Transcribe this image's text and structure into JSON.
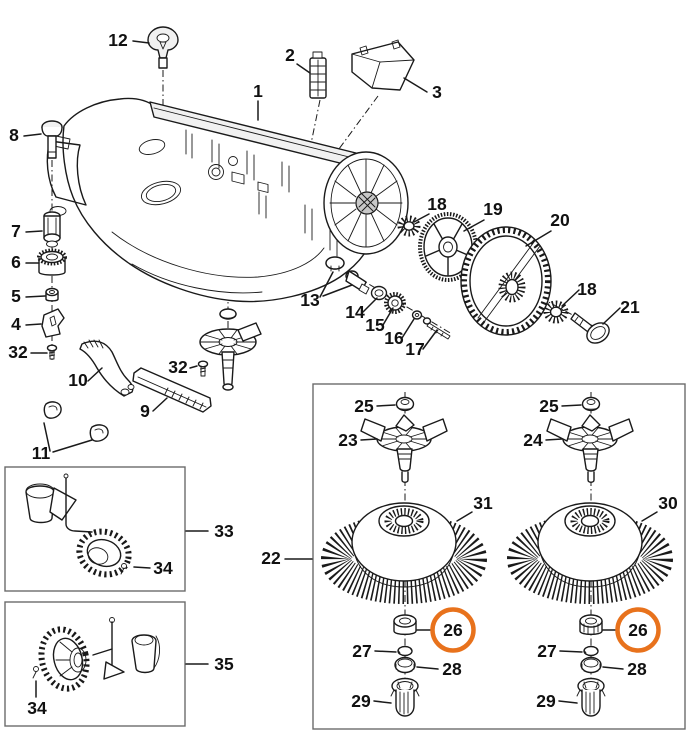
{
  "colors": {
    "highlight": "#E8721C",
    "ink": "#1a1a1a",
    "box_border": "#6b6b6b",
    "background": "#ffffff"
  },
  "figure": {
    "highlighted_part_number": "26"
  },
  "callouts": [
    {
      "text": "12",
      "highlighted": false
    },
    {
      "text": "2",
      "highlighted": false
    },
    {
      "text": "3",
      "highlighted": false
    },
    {
      "text": "1",
      "highlighted": false
    },
    {
      "text": "8",
      "highlighted": false
    },
    {
      "text": "18",
      "highlighted": false
    },
    {
      "text": "19",
      "highlighted": false
    },
    {
      "text": "20",
      "highlighted": false
    },
    {
      "text": "7",
      "highlighted": false
    },
    {
      "text": "6",
      "highlighted": false
    },
    {
      "text": "5",
      "highlighted": false
    },
    {
      "text": "4",
      "highlighted": false
    },
    {
      "text": "32",
      "highlighted": false
    },
    {
      "text": "13",
      "highlighted": false
    },
    {
      "text": "14",
      "highlighted": false
    },
    {
      "text": "15",
      "highlighted": false
    },
    {
      "text": "16",
      "highlighted": false
    },
    {
      "text": "17",
      "highlighted": false
    },
    {
      "text": "18",
      "highlighted": false
    },
    {
      "text": "21",
      "highlighted": false
    },
    {
      "text": "10",
      "highlighted": false
    },
    {
      "text": "9",
      "highlighted": false
    },
    {
      "text": "32",
      "highlighted": false
    },
    {
      "text": "11",
      "highlighted": false
    },
    {
      "text": "33",
      "highlighted": false
    },
    {
      "text": "34",
      "highlighted": false
    },
    {
      "text": "22",
      "highlighted": false
    },
    {
      "text": "25",
      "highlighted": false
    },
    {
      "text": "23",
      "highlighted": false
    },
    {
      "text": "25",
      "highlighted": false
    },
    {
      "text": "24",
      "highlighted": false
    },
    {
      "text": "31",
      "highlighted": false
    },
    {
      "text": "30",
      "highlighted": false
    },
    {
      "text": "26",
      "highlighted": true
    },
    {
      "text": "27",
      "highlighted": false
    },
    {
      "text": "28",
      "highlighted": false
    },
    {
      "text": "29",
      "highlighted": false
    },
    {
      "text": "26",
      "highlighted": true
    },
    {
      "text": "27",
      "highlighted": false
    },
    {
      "text": "28",
      "highlighted": false
    },
    {
      "text": "29",
      "highlighted": false
    },
    {
      "text": "35",
      "highlighted": false
    },
    {
      "text": "34",
      "highlighted": false
    }
  ]
}
